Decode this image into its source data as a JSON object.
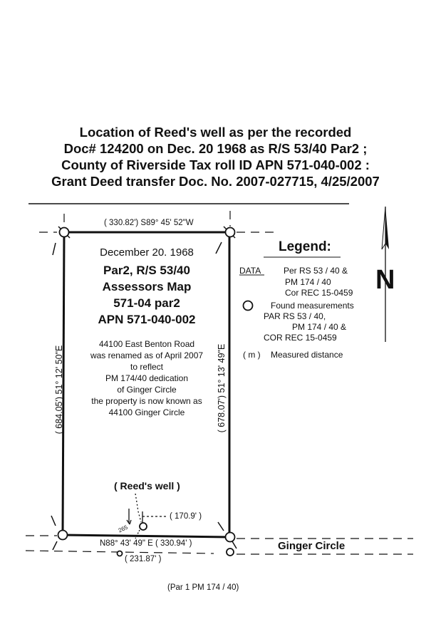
{
  "title_lines": [
    "Location of Reed's well as per the recorded",
    "Doc# 124200 on Dec. 20 1968 as R/S 53/40 Par2 ;",
    "County of Riverside Tax roll ID APN 571-040-002 :",
    "Grant Deed transfer Doc.  No. 2007-027715, 4/25/2007"
  ],
  "bearings": {
    "north": "( 330.82') S89°  45' 52\"W",
    "west": "( 684.05') 51°  12' 50\"E",
    "east": "( 678.07') 51°  13' 49\"E",
    "south": "N88° 43' 49\" E ( 330.94' )",
    "south_offset": "( 231.87' )",
    "well_offset": "( 170.9' )",
    "well_small": "265"
  },
  "parcel": {
    "date": "December 20. 1968",
    "line1": "Par2, R/S 53/40",
    "line2": "Assessors Map",
    "line3": "571-04 par2",
    "line4": "APN 571-040-002",
    "note": [
      "44100 East Benton Road",
      "was renamed as of April 2007",
      "to reflect",
      "PM 174/40 dedication",
      "of Ginger Circle",
      "the property is now known as",
      "44100 Ginger Circle"
    ]
  },
  "reeds_well": "( Reed's well )",
  "street": "Ginger Circle",
  "par1": "(Par 1 PM 174 / 40)",
  "north_arrow": "N",
  "legend": {
    "heading": "Legend:",
    "data_key": "DATA",
    "data_lines": [
      "Per RS 53 / 40 &",
      "PM 174 / 40",
      "Cor REC 15-0459"
    ],
    "found_lines": [
      "Found measurements",
      "PAR    RS    53 / 40,",
      "PM 174 / 40   &",
      "COR REC 15-0459"
    ],
    "m_key": "( m )",
    "m_text": "Measured distance"
  }
}
